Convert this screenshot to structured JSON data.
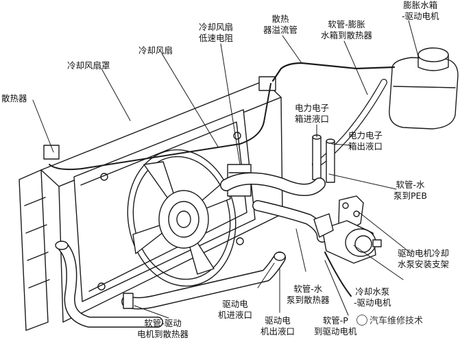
{
  "labels": {
    "radiator": "散热器",
    "fan_shroud": "冷却风扇罩",
    "fan": "冷却风扇",
    "fan_resistor_line1": "冷却风扇",
    "fan_resistor_line2": "低速电阻",
    "overflow_line1": "散热",
    "overflow_line2": "器溢流管",
    "hose_exp_line1": "软管-膨胀",
    "hose_exp_line2": "水箱到散热器",
    "exp_tank_line1": "膨胀水箱",
    "exp_tank_line2": "-驱动电机",
    "peb_in_line1": "电力电子",
    "peb_in_line2": "箱进液口",
    "peb_out_line1": "电力电子",
    "peb_out_line2": "箱出液口",
    "hose_pump_peb_line1": "软管-水",
    "hose_pump_peb_line2": "泵到PEB",
    "pump_bracket_line1": "驱动电机冷却",
    "pump_bracket_line2": "水泵安装支架",
    "pump_line1": "冷却水泵",
    "pump_line2": "-驱动电机",
    "hose_pump_rad_line1": "软管-水",
    "hose_pump_rad_line2": "泵到散热器",
    "motor_in_line1": "驱动电",
    "motor_in_line2": "机进液口",
    "motor_out_line1": "驱动电",
    "motor_out_line2": "机出液口",
    "hose_p_motor_line1": "软管-P",
    "hose_p_motor_line2": "到驱动电机",
    "hose_motor_rad_line1": "软管-驱动",
    "hose_motor_rad_line2": "电机到散热器"
  },
  "watermark": "汽车维修技术"
}
